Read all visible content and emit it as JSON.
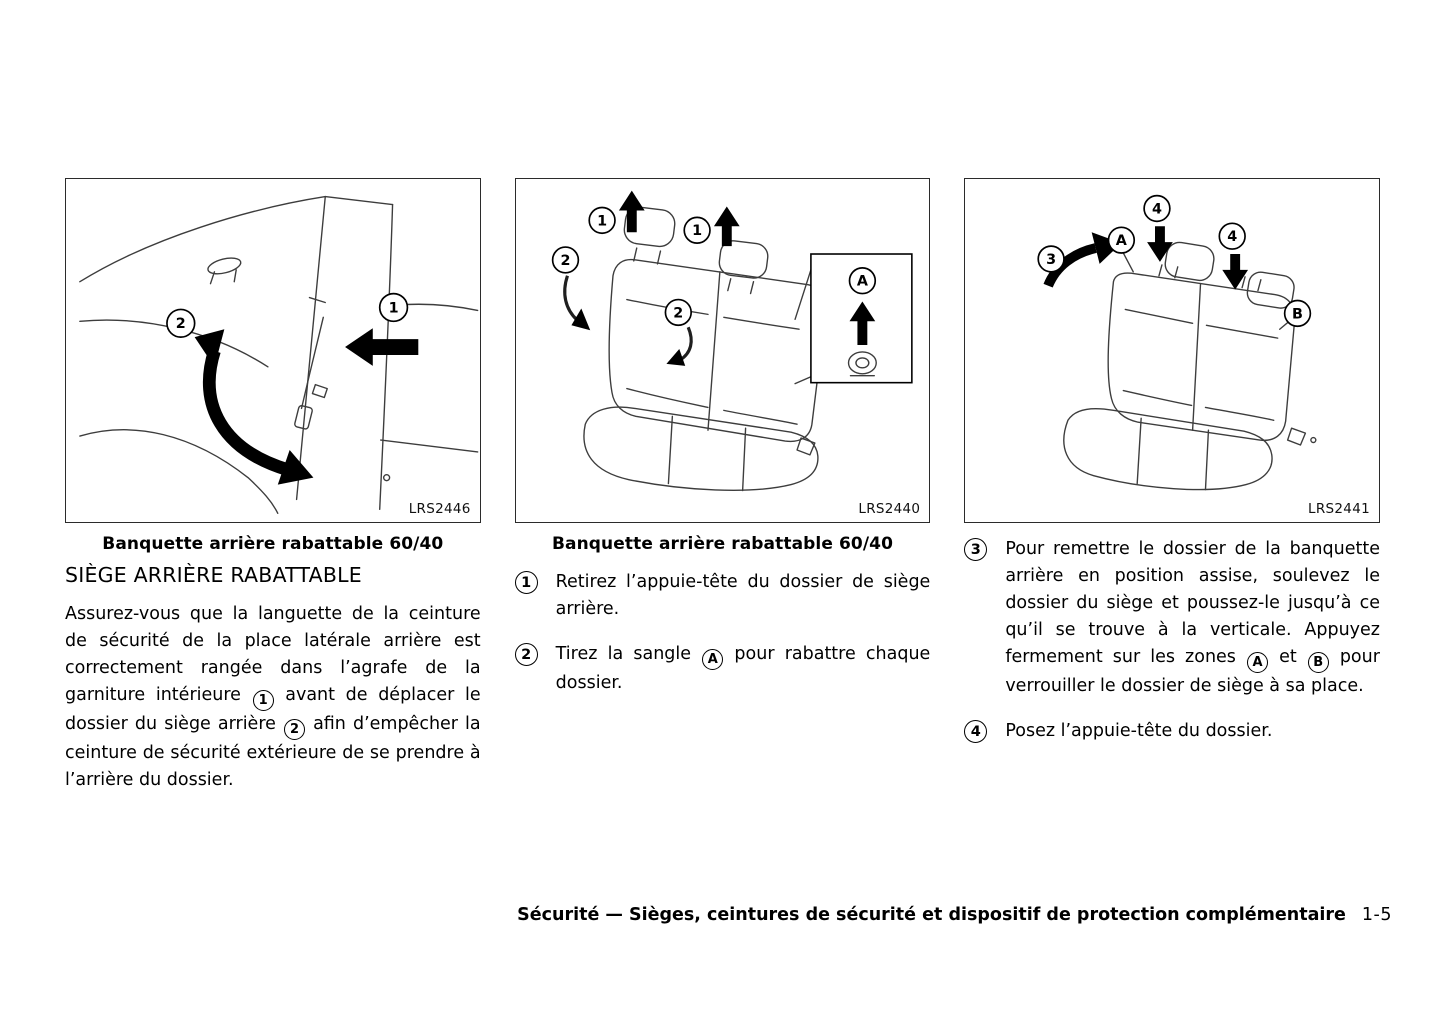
{
  "document": {
    "footer": {
      "label": "Sécurité — Sièges, ceintures de sécurité et dispositif de protection complémentaire",
      "page_number": "1-5"
    }
  },
  "col1": {
    "figure_code": "LRS2446",
    "caption": "Banquette arrière rabattable 60/40",
    "heading": "SIÈGE ARRIÈRE RABATTABLE",
    "paragraph": {
      "p0": "Assurez-vous que la languette de la ceinture de sécurité de la place latérale arrière est correctement rangée dans l’agrafe de la garniture intérieure",
      "m1": "1",
      "p1": "avant de déplacer le dossier du siège arrière",
      "m2": "2",
      "p2": "afin d’empêcher la ceinture de sécurité extérieure de se prendre à l’arrière du dossier."
    },
    "callouts": {
      "c1": "1",
      "c2": "2"
    }
  },
  "col2": {
    "figure_code": "LRS2440",
    "caption": "Banquette arrière rabattable 60/40",
    "item1": {
      "marker": "1",
      "text": "Retirez l’appuie-tête du dossier de siège arrière."
    },
    "item2": {
      "marker": "2",
      "p0": "Tirez la sangle",
      "a": "A",
      "p1": "pour rabattre chaque dossier."
    },
    "callouts": {
      "c1a": "1",
      "c1b": "1",
      "c2a": "2",
      "c2b": "2",
      "a": "A"
    }
  },
  "col3": {
    "figure_code": "LRS2441",
    "item3": {
      "marker": "3",
      "p0": "Pour remettre le dossier de la banquette arrière en position assise, soulevez le dossier du siège et poussez-le jusqu’à ce qu’il se trouve à la verticale. Appuyez fermement sur les zones",
      "a": "A",
      "p1": "et",
      "b": "B",
      "p2": "pour verrouiller le dossier de siège à sa place."
    },
    "item4": {
      "marker": "4",
      "text": "Posez l’appuie-tête du dossier."
    },
    "callouts": {
      "c3": "3",
      "c4a": "4",
      "c4b": "4",
      "a": "A",
      "b": "B"
    }
  }
}
